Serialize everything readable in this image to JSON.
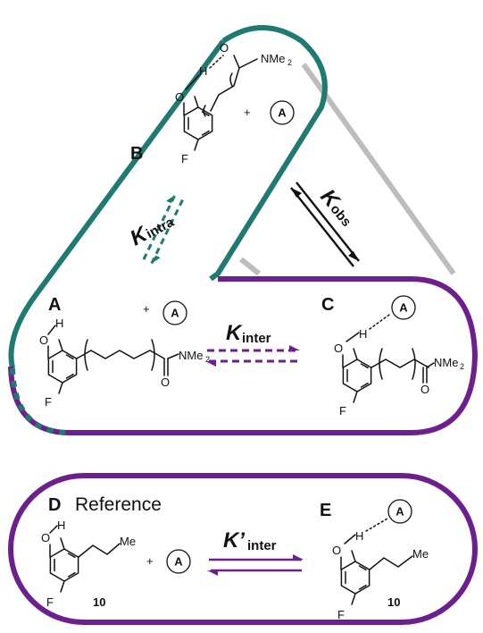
{
  "colors": {
    "teal": "#1f7a72",
    "purple": "#6e1f8e",
    "gray": "#bdbdbd",
    "black": "#111111"
  },
  "states": {
    "A": "A",
    "B": "B",
    "C": "C",
    "D": "D",
    "E": "E"
  },
  "reference_label": "Reference",
  "acceptor_label": "A",
  "plus": "+",
  "atoms": {
    "O": "O",
    "H": "H",
    "F": "F",
    "NMe": "NMe",
    "NMe_sub": "2",
    "Me": "Me"
  },
  "compound_number": "10",
  "constants": {
    "intra": {
      "main": "K",
      "sub": "intra"
    },
    "inter": {
      "main": "K",
      "sub": "inter"
    },
    "obs": {
      "main": "K",
      "sub": "obs"
    },
    "inter_prime": {
      "main": "K’",
      "sub": "inter"
    }
  }
}
